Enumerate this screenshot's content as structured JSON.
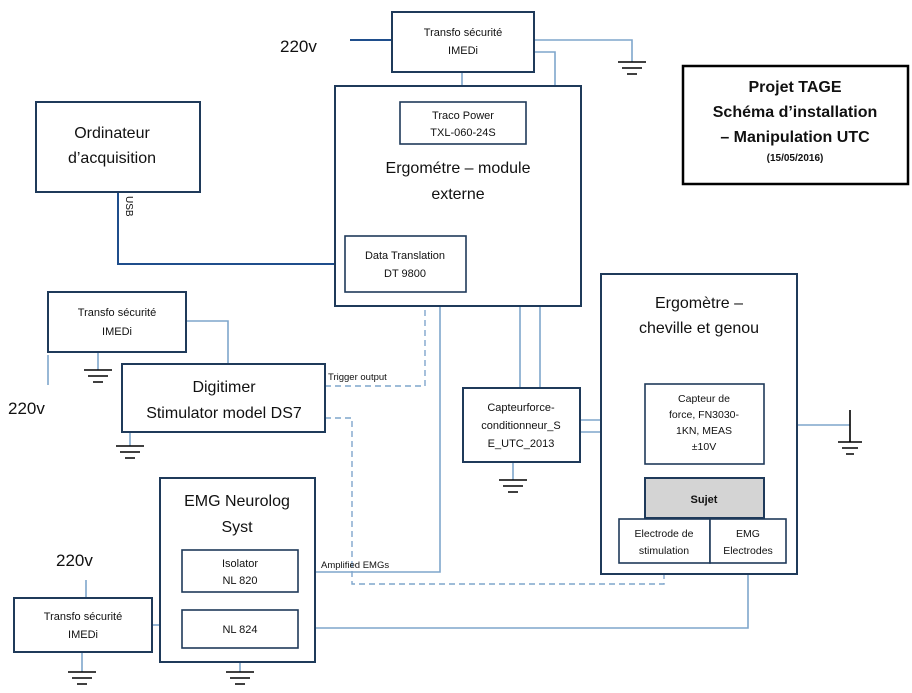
{
  "title_box": {
    "line1": "Projet TAGE",
    "line2": "Schéma d’installation",
    "line3": "– Manipulation UTC",
    "date": "(15/05/2016)"
  },
  "supply_labels": {
    "top": "220v",
    "left": "220v",
    "bottom": "220v"
  },
  "transfo_top": {
    "line1": "Transfo sécurité",
    "line2": "IMEDi"
  },
  "transfo_left": {
    "line1": "Transfo sécurité",
    "line2": "IMEDi"
  },
  "transfo_bottom": {
    "line1": "Transfo sécurité",
    "line2": "IMEDi"
  },
  "ordinateur": {
    "line1": "Ordinateur",
    "line2": "d’acquisition"
  },
  "usb_label": "USB",
  "ergometre_externe": {
    "line1": "Ergométre – module",
    "line2": "externe"
  },
  "traco_power": {
    "line1": "Traco Power",
    "line2": "TXL-060-24S"
  },
  "data_translation": {
    "line1": "Data Translation",
    "line2": "DT 9800"
  },
  "digitimer": {
    "line1": "Digitimer",
    "line2": "Stimulator model DS7"
  },
  "trigger_label": "Trigger output",
  "capteur_conditionneur": {
    "line1": "Capteurforce-",
    "line2": "conditionneur_S",
    "line3": "E_UTC_2013"
  },
  "ergometre_cheville": {
    "line1": "Ergomètre –",
    "line2": "cheville et genou"
  },
  "capteur_force": {
    "line1": "Capteur de",
    "line2": "force, FN3030-",
    "line3": "1KN, MEAS",
    "line4": "±10V"
  },
  "sujet": "Sujet",
  "electrode_stim": {
    "line1": "Electrode de",
    "line2": "stimulation"
  },
  "emg_electrodes": {
    "line1": "EMG",
    "line2": "Electrodes"
  },
  "emg_neurolog": {
    "line1": "EMG Neurolog",
    "line2": "Syst"
  },
  "isolator": {
    "line1": "Isolator",
    "line2": "NL 820"
  },
  "nl824": "NL 824",
  "amplified_label": "Amplified EMGs"
}
